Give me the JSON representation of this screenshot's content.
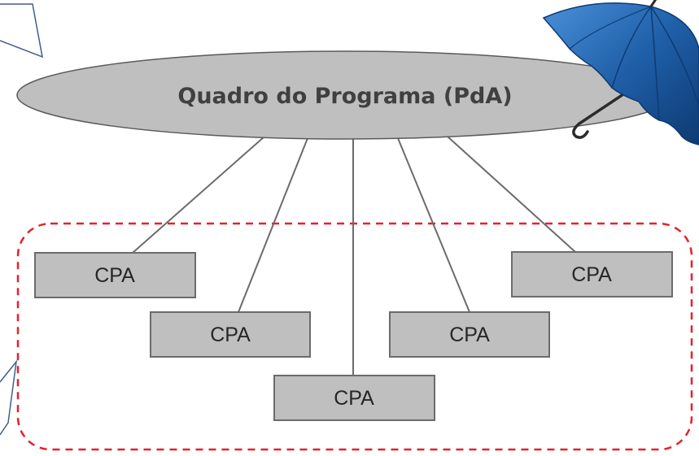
{
  "diagram": {
    "program_board": {
      "label": "Quadro do Programa (PdA)"
    },
    "cpa_boxes": [
      {
        "label": "CPA"
      },
      {
        "label": "CPA"
      },
      {
        "label": "CPA"
      },
      {
        "label": "CPA"
      },
      {
        "label": "CPA"
      }
    ]
  },
  "colors": {
    "ellipse_fill": "#bfbfbf",
    "ellipse_stroke": "#5a5a5a",
    "box_fill": "#bfbfbf",
    "box_stroke": "#6b6b6b",
    "connector": "#6b6b6b",
    "dashed_border": "#e8202a",
    "callout_stroke": "#3f5f8f",
    "umbrella_canopy": "#1f5fa8",
    "umbrella_handle": "#2b2b2b"
  },
  "icons": {
    "umbrella": "umbrella-icon"
  }
}
